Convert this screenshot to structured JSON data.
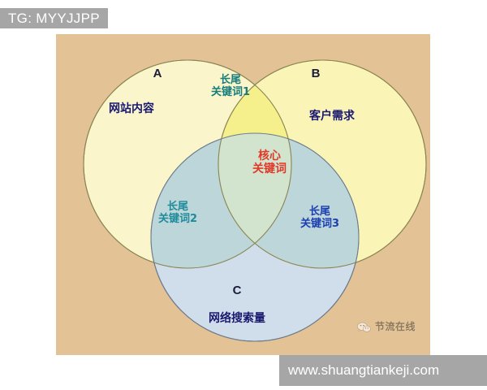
{
  "banner": {
    "text": "TG: MYYJJPP",
    "bg_color": "#a6a6a6",
    "text_color": "#ffffff"
  },
  "diagram": {
    "type": "venn",
    "background_color": "#e3c296",
    "sets": [
      {
        "letter": "A",
        "name": "网站内容",
        "fill_color": "#fbf6c8",
        "stroke_color": "#8a8554",
        "letter_color": "#1b1b3a",
        "label_color": "#18186e"
      },
      {
        "letter": "B",
        "name": "客户需求",
        "fill_color": "#fbf6b4",
        "stroke_color": "#8a8554",
        "letter_color": "#1b1b3a",
        "label_color": "#18186e"
      },
      {
        "letter": "C",
        "name": "网络搜索量",
        "fill_color": "#cfe0f2",
        "stroke_color": "#6b7a8a",
        "letter_color": "#18186e",
        "label_color": "#18186e"
      }
    ],
    "intersections": [
      {
        "id": "ab",
        "label": "长尾\n关键词1",
        "line1": "长尾",
        "line2": "关键词1",
        "color": "#177d7d"
      },
      {
        "id": "ac",
        "label": "长尾\n关键词2",
        "line1": "长尾",
        "line2": "关键词2",
        "color": "#1f8c9c"
      },
      {
        "id": "bc",
        "label": "长尾\n关键词3",
        "line1": "长尾",
        "line2": "关键词3",
        "color": "#1b3fb0"
      },
      {
        "id": "abc",
        "label": "核心\n关键词",
        "line1": "核心",
        "line2": "关键词",
        "color": "#e0392a"
      }
    ]
  },
  "watermark": {
    "icon": "wechat-icon",
    "text": "节流在线"
  },
  "url_bar": {
    "text": "www.shuangtiankeji.com",
    "bg_color": "#a6a6a6",
    "text_color": "#ffffff"
  }
}
